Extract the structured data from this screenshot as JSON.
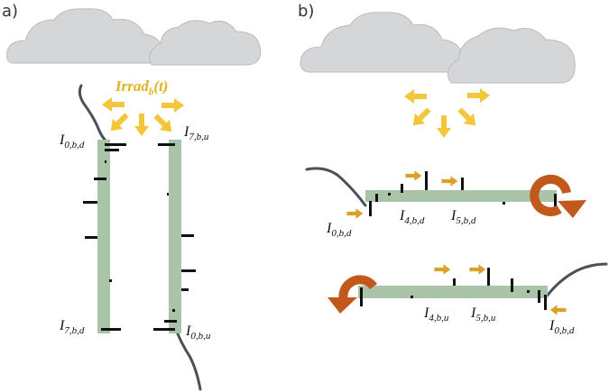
{
  "colors": {
    "cloud": "#d5d6d8",
    "cloud_outline": "#b9bbbe",
    "bar": "#a9c4a9",
    "sun_arrow": "#f3c63b",
    "small_arrow": "#d9a32a",
    "rotation_arrow": "#c2581c",
    "cable": "#4b5159",
    "tick": "#111111",
    "irrad_text": "#e3b322"
  },
  "panel_a": {
    "label": "a)",
    "irradiance_label": "Irrad",
    "irradiance_sub": "b",
    "irradiance_suffix": "(t)",
    "labels": {
      "i0bd": {
        "main": "I",
        "sub": "0,b,d"
      },
      "i7bu": {
        "main": "I",
        "sub": "7,b,u"
      },
      "i7bd": {
        "main": "I",
        "sub": "7,b,d"
      },
      "i0bu": {
        "main": "I",
        "sub": "0,b,u"
      }
    }
  },
  "panel_b": {
    "label": "b)",
    "top_labels": {
      "i0bd": {
        "main": "I",
        "sub": "0,b,d"
      },
      "i4bd": {
        "main": "I",
        "sub": "4,b,d"
      },
      "i5bd": {
        "main": "I",
        "sub": "5,b,d"
      }
    },
    "bottom_labels": {
      "i4bu": {
        "main": "I",
        "sub": "4,b,u"
      },
      "i5bu": {
        "main": "I",
        "sub": "5,b,u"
      },
      "i0bd": {
        "main": "I",
        "sub": "0,b,d"
      }
    }
  },
  "icons": {
    "cloud": "cloud-icon",
    "sun_arrows": "arrow-icon",
    "rotation": "rotate-arrow-icon"
  }
}
